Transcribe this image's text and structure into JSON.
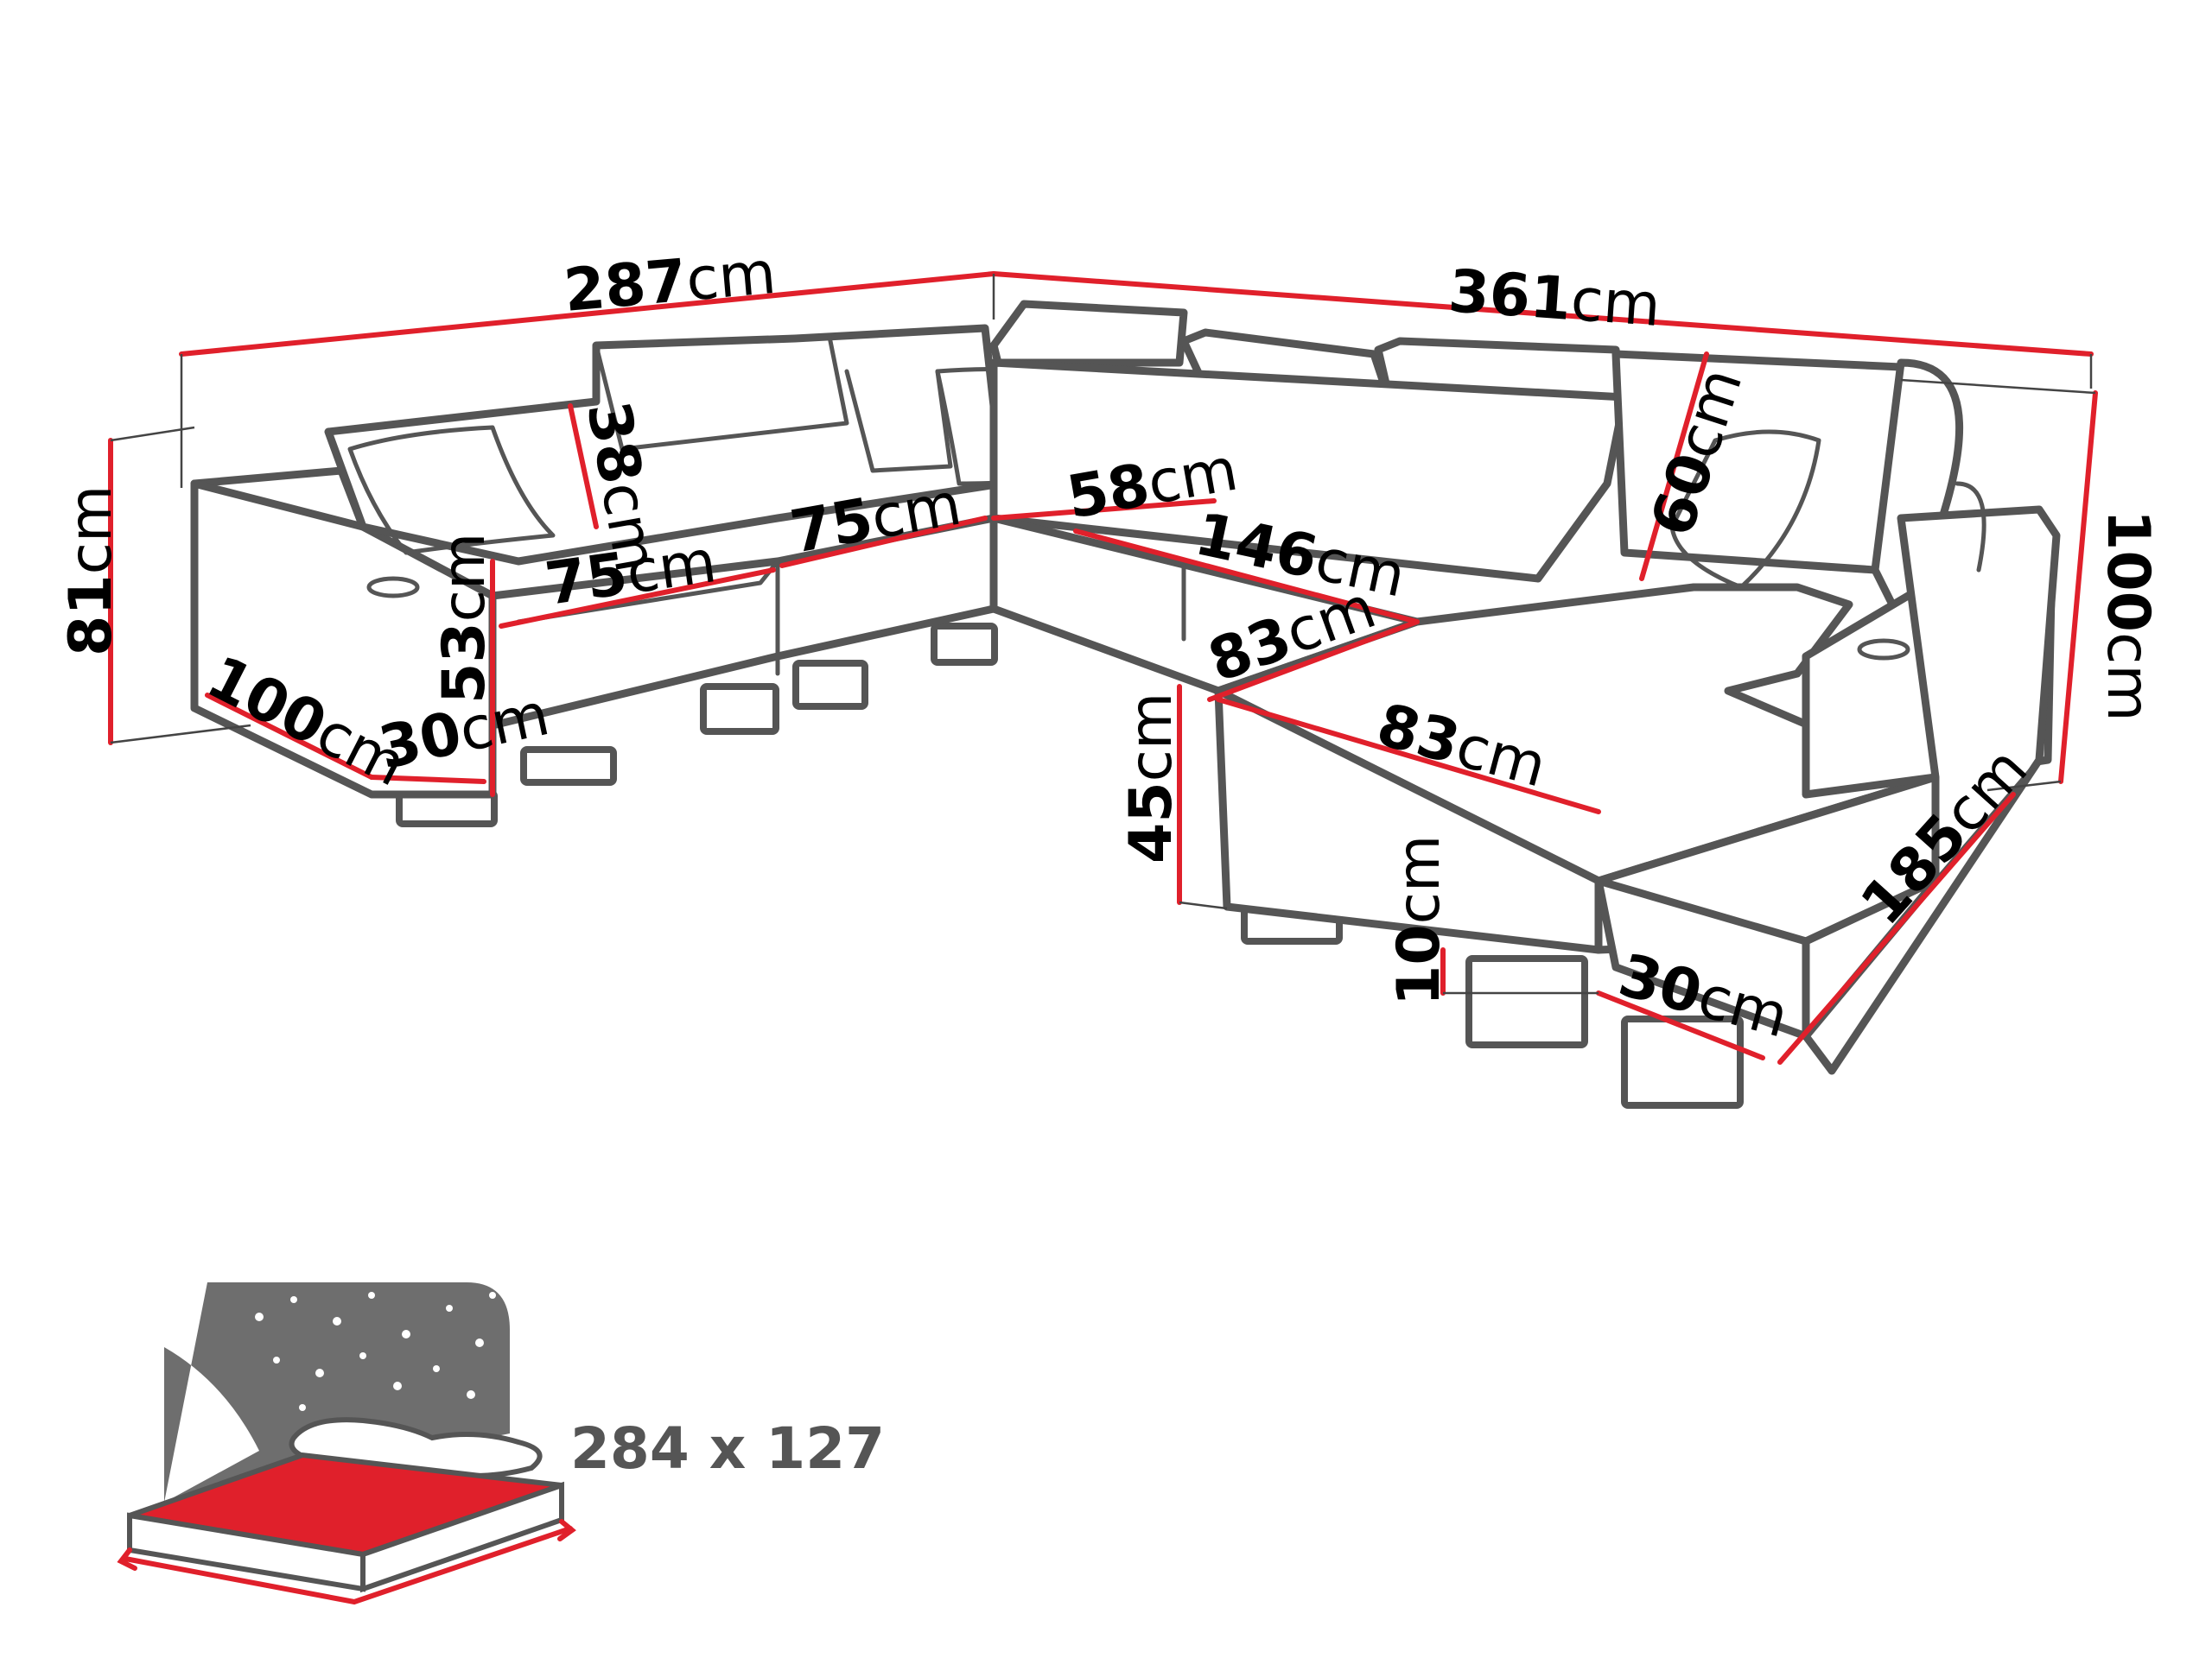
{
  "colors": {
    "outline": "#555555",
    "dimension_line": "#e0202b",
    "text": "#000000",
    "icon_gray": "#6e6e6e",
    "mattress_red": "#e0202b"
  },
  "dimensions": {
    "total_width_left": {
      "value": "287",
      "unit": "cm"
    },
    "total_width_right": {
      "value": "361",
      "unit": "cm"
    },
    "height_left": {
      "value": "81",
      "unit": "cm"
    },
    "height_right": {
      "value": "100",
      "unit": "cm"
    },
    "left_depth": {
      "value": "100",
      "unit": "cm"
    },
    "armrest_left": {
      "value": "30",
      "unit": "cm"
    },
    "seat_height_left": {
      "value": "53",
      "unit": "cm"
    },
    "headrest_left": {
      "value": "38",
      "unit": "cm"
    },
    "seat1_width": {
      "value": "75",
      "unit": "cm"
    },
    "seat2_width": {
      "value": "75",
      "unit": "cm"
    },
    "corner_width": {
      "value": "58",
      "unit": "cm"
    },
    "center_width": {
      "value": "146",
      "unit": "cm"
    },
    "center_depth": {
      "value": "83",
      "unit": "cm"
    },
    "chaise_width": {
      "value": "83",
      "unit": "cm"
    },
    "headrest_right": {
      "value": "60",
      "unit": "cm"
    },
    "seat_height_right": {
      "value": "45",
      "unit": "cm"
    },
    "leg_height": {
      "value": "10",
      "unit": "cm"
    },
    "armrest_right": {
      "value": "30",
      "unit": "cm"
    },
    "chaise_length": {
      "value": "185",
      "unit": "cm"
    }
  },
  "bed_icon": {
    "icon": "bed-with-night-sky-icon",
    "label": "284 x 127"
  }
}
